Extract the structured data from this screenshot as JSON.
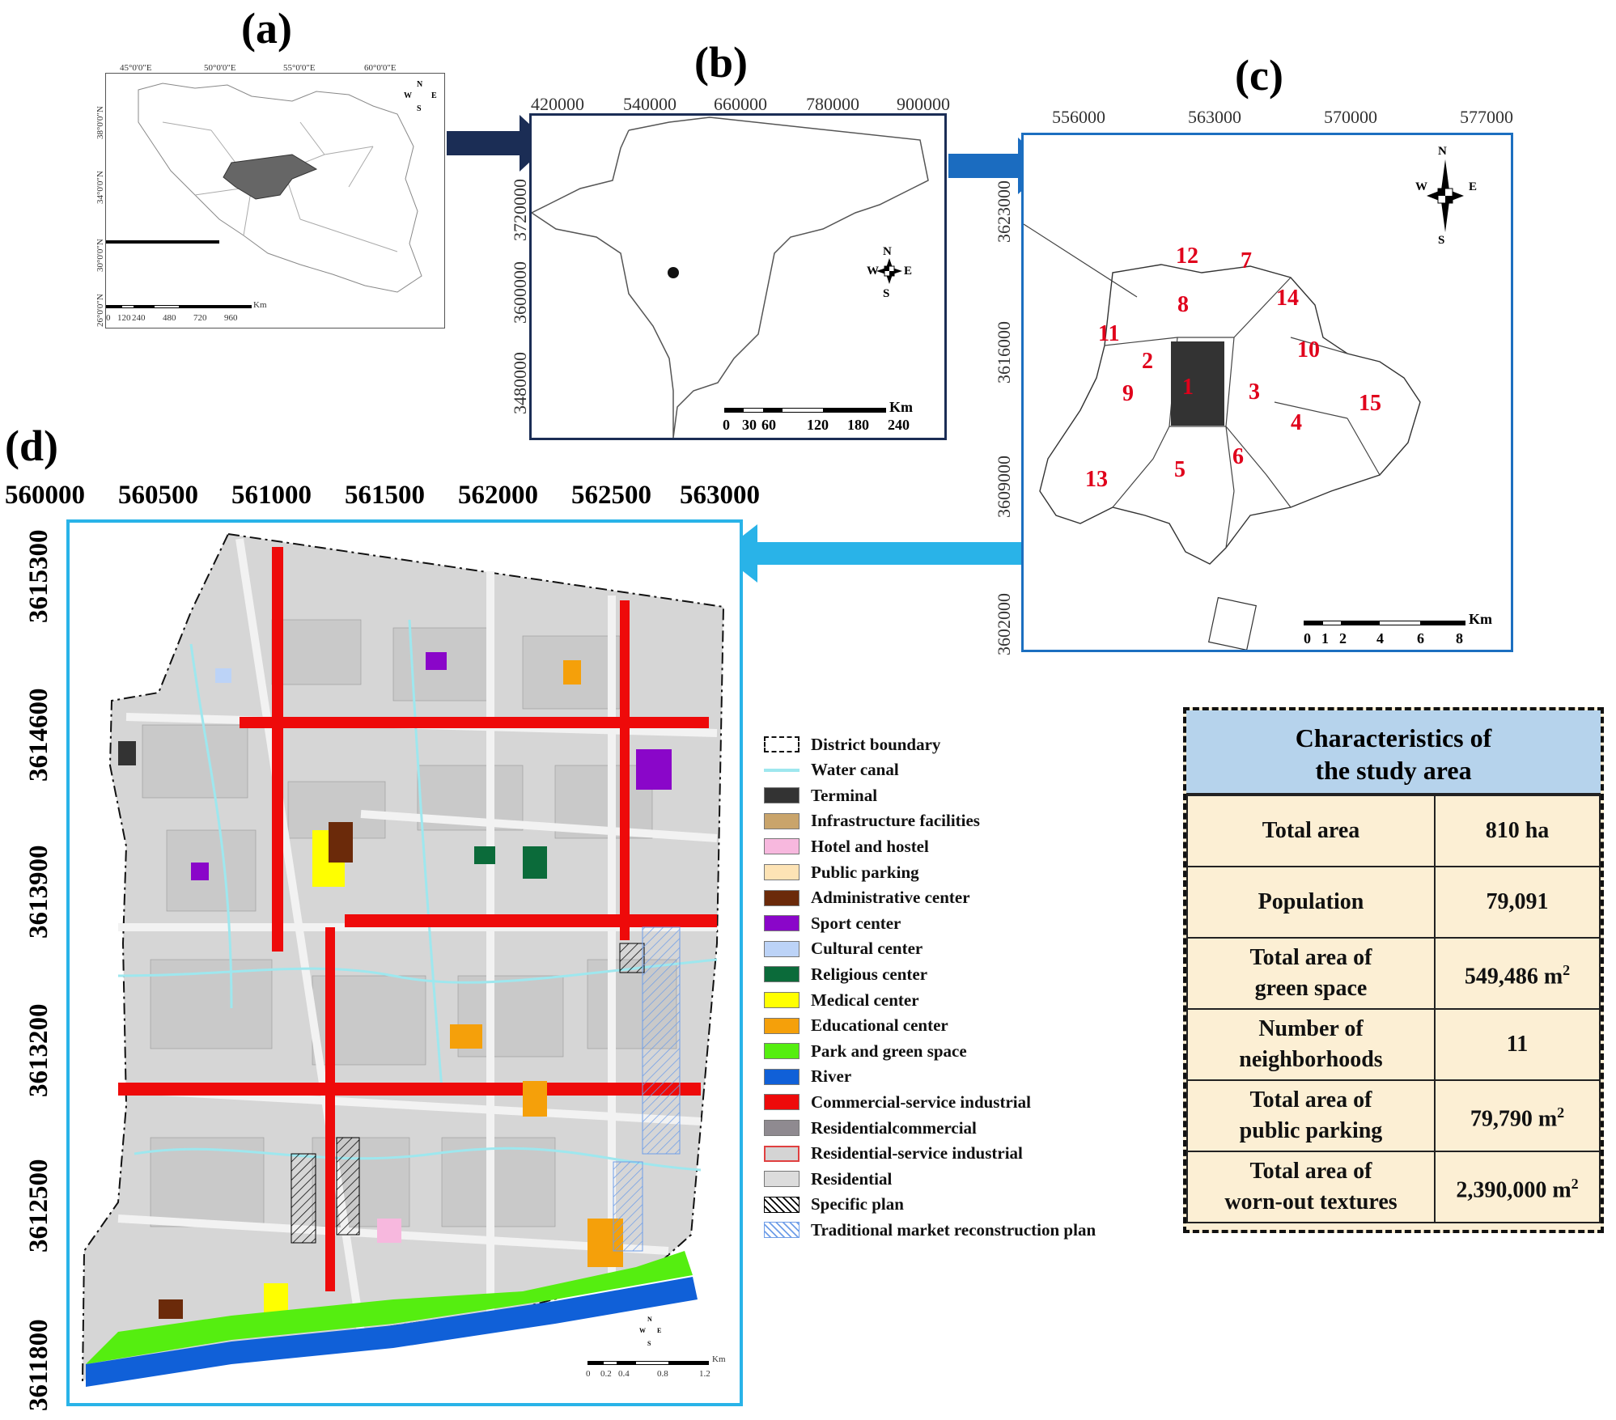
{
  "panels": {
    "a": {
      "label": "(a)",
      "top_coords": [
        "45°0'0\"E",
        "50°0'0\"E",
        "55°0'0\"E",
        "60°0'0\"E"
      ],
      "left_coords": [
        "38°0'0\"N",
        "34°0'0\"N",
        "30°0'0\"N",
        "26°0'0\"N"
      ],
      "scale_unit": "Km",
      "scale_ticks": [
        "0",
        "120",
        "240",
        "480",
        "720",
        "960"
      ],
      "compass": {
        "n": "N",
        "s": "S",
        "e": "E",
        "w": "W"
      }
    },
    "b": {
      "label": "(b)",
      "top_coords": [
        "420000",
        "540000",
        "660000",
        "780000",
        "900000"
      ],
      "left_coords": [
        "3720000",
        "3600000",
        "3480000"
      ],
      "scale_unit": "Km",
      "scale_ticks": [
        "0",
        "30",
        "60",
        "120",
        "180",
        "240"
      ],
      "compass": {
        "n": "N",
        "s": "S",
        "e": "E",
        "w": "W"
      }
    },
    "c": {
      "label": "(c)",
      "top_coords": [
        "556000",
        "563000",
        "570000",
        "577000"
      ],
      "left_coords": [
        "3623000",
        "3616000",
        "3609000",
        "3602000"
      ],
      "scale_unit": "Km",
      "scale_ticks": [
        "0",
        "1",
        "2",
        "4",
        "6",
        "8"
      ],
      "compass": {
        "n": "N",
        "s": "S",
        "e": "E",
        "w": "W"
      },
      "districts": [
        "1",
        "2",
        "3",
        "4",
        "5",
        "6",
        "7",
        "8",
        "9",
        "10",
        "11",
        "12",
        "13",
        "14",
        "15"
      ]
    },
    "d": {
      "label": "(d)",
      "top_coords": [
        "560000",
        "560500",
        "561000",
        "561500",
        "562000",
        "562500",
        "563000"
      ],
      "left_coords": [
        "3615300",
        "3614600",
        "3613900",
        "3613200",
        "3612500",
        "3611800"
      ],
      "scale_unit": "Km",
      "scale_ticks": [
        "0",
        "0.2",
        "0.4",
        "0.8",
        "1.2"
      ],
      "compass": {
        "n": "N",
        "s": "S",
        "e": "E",
        "w": "W"
      }
    }
  },
  "legend": [
    {
      "label": "District boundary",
      "color": "#ffffff",
      "style": "dashdot"
    },
    {
      "label": "Water canal",
      "color": "#9ee7ee",
      "style": "line"
    },
    {
      "label": "Terminal",
      "color": "#333333",
      "style": "fill"
    },
    {
      "label": "Infrastructure facilities",
      "color": "#c9a46b",
      "style": "fill"
    },
    {
      "label": "Hotel and hostel",
      "color": "#f7b8de",
      "style": "fill"
    },
    {
      "label": "Public parking",
      "color": "#fde3b5",
      "style": "fill"
    },
    {
      "label": "Administrative center",
      "color": "#6b2a0a",
      "style": "fill"
    },
    {
      "label": "Sport center",
      "color": "#8a06c9",
      "style": "fill"
    },
    {
      "label": "Cultural center",
      "color": "#bcd3f7",
      "style": "fill"
    },
    {
      "label": "Religious center",
      "color": "#0b6b3a",
      "style": "fill"
    },
    {
      "label": "Medical center",
      "color": "#ffff00",
      "style": "fill"
    },
    {
      "label": "Educational center",
      "color": "#f5a00a",
      "style": "fill"
    },
    {
      "label": "Park and green space",
      "color": "#55ee10",
      "style": "fill"
    },
    {
      "label": "River",
      "color": "#1060d8",
      "style": "fill"
    },
    {
      "label": "Commercial-service industrial",
      "color": "#ee0a0a",
      "style": "fill"
    },
    {
      "label": "Residentialcommercial",
      "color": "#8f8a90",
      "style": "fill"
    },
    {
      "label": "Residential-service industrial",
      "color": "#d4d4d4",
      "style": "redoutline"
    },
    {
      "label": "Residential",
      "color": "#dcdcdc",
      "style": "fill"
    },
    {
      "label": "Specific plan",
      "color": "#ffffff",
      "style": "hatch"
    },
    {
      "label": "Traditional market reconstruction plan",
      "color": "#ffffff",
      "style": "bluehatch"
    }
  ],
  "characteristics": {
    "title_line1": "Characteristics of",
    "title_line2": "the study area",
    "rows": [
      {
        "k1": "Total area",
        "k2": "",
        "v": "810 ha",
        "sup": ""
      },
      {
        "k1": "Population",
        "k2": "",
        "v": "79,091",
        "sup": ""
      },
      {
        "k1": "Total area of",
        "k2": "green space",
        "v": "549,486 m",
        "sup": "2"
      },
      {
        "k1": "Number of",
        "k2": "neighborhoods",
        "v": "11",
        "sup": ""
      },
      {
        "k1": "Total area of",
        "k2": "public parking",
        "v": "79,790 m",
        "sup": "2"
      },
      {
        "k1": "Total area of",
        "k2": "worn-out textures",
        "v": "2,390,000 m",
        "sup": "2"
      }
    ]
  },
  "colors": {
    "frame_b": "#1b2d55",
    "frame_c": "#1c6fc0",
    "frame_d": "#29b3e8",
    "arrow_ab": "#1b2d55",
    "arrow_bc": "#1b6cc0",
    "arrow_cd": "#29b3e8",
    "table_header": "#b6d3ec",
    "table_body": "#fcefd4",
    "district_label": "#e0001b"
  }
}
